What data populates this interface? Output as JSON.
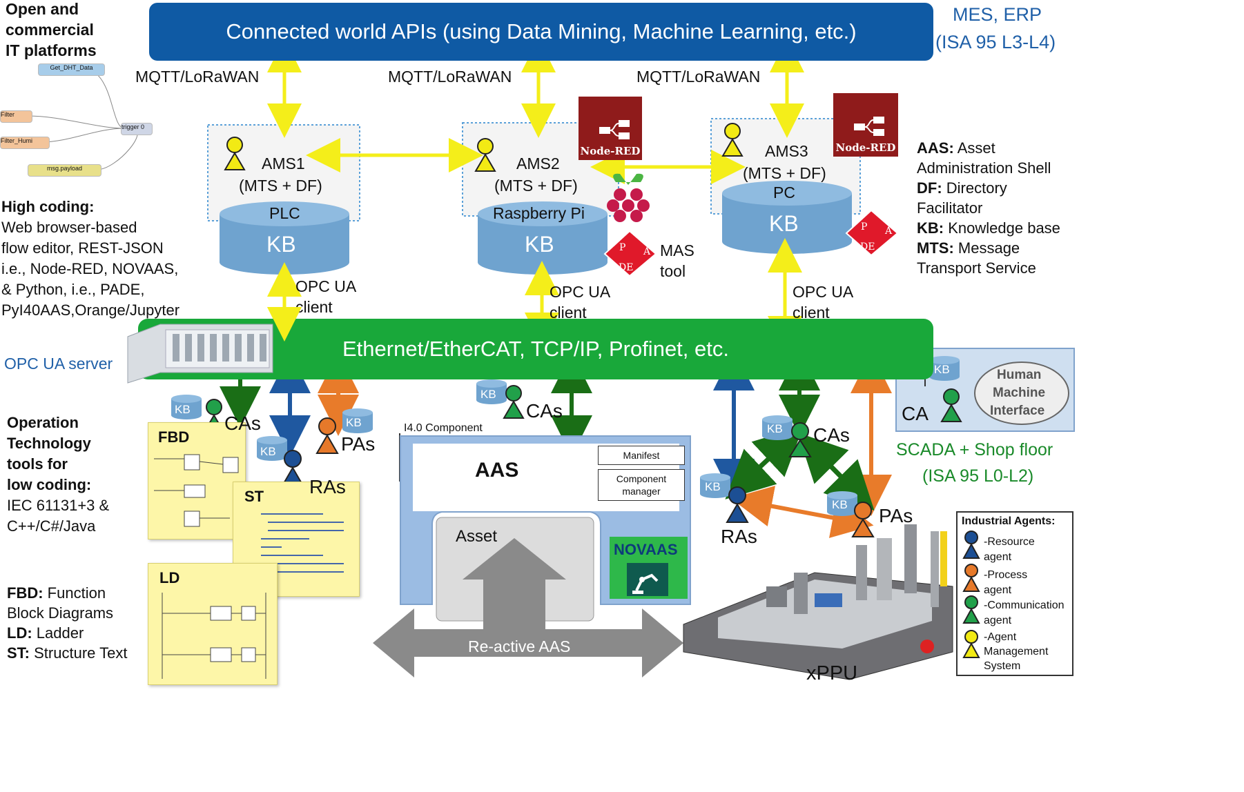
{
  "top_band": {
    "label": "Connected world APIs (using Data Mining, Machine Learning, etc.)"
  },
  "top_right": {
    "line1": "MES, ERP",
    "line2": "(ISA 95 L3-L4)"
  },
  "top_left": {
    "line1": "Open and",
    "line2": "commercial",
    "line3": "IT platforms"
  },
  "flow_editor_nodes": [
    "Get_DHT_Data",
    "Filter",
    "Filter_Humi",
    "trigger 0",
    "msg.payload"
  ],
  "protocols": {
    "mqtt": "MQTT/LoRaWAN"
  },
  "ams": [
    {
      "name": "AMS1",
      "sub": "(MTS + DF)",
      "device": "PLC",
      "kb": "KB"
    },
    {
      "name": "AMS2",
      "sub": "(MTS + DF)",
      "device": "Raspberry Pi",
      "kb": "KB"
    },
    {
      "name": "AMS3",
      "sub": "(MTS + DF)",
      "device": "PC",
      "kb": "KB"
    }
  ],
  "node_red_label": "Node-RED",
  "mas_tool": {
    "line1": "MAS",
    "line2": "tool"
  },
  "pade_letters": {
    "p": "P",
    "a": "A",
    "de": "DE"
  },
  "opc_client": {
    "line1": "OPC UA",
    "line2": "client"
  },
  "definitions": [
    {
      "term": "AAS:",
      "text": "Asset"
    },
    {
      "term": "",
      "text": "Administration  Shell"
    },
    {
      "term": "DF:",
      "text": "Directory"
    },
    {
      "term": "",
      "text": "Facilitator"
    },
    {
      "term": "KB:",
      "text": "Knowledge  base"
    },
    {
      "term": "MTS:",
      "text": "Message"
    },
    {
      "term": "",
      "text": "Transport Service"
    }
  ],
  "high_coding": {
    "title": "High coding:",
    "lines": [
      "Web browser-based",
      "flow editor, REST-JSON",
      "i.e., Node-RED, NOVAAS,",
      "& Python, i.e., PADE,",
      "PyI40AAS,Orange/Jupyter"
    ]
  },
  "mid_band": {
    "label": "Ethernet/EtherCAT,  TCP/IP, Profinet,  etc."
  },
  "opc_server": "OPC UA server",
  "operation_tech": {
    "title_lines": [
      "Operation",
      "Technology",
      "tools for",
      "low coding:"
    ],
    "lines": [
      "IEC 61131+3 &",
      "C++/C#/Java"
    ]
  },
  "abbrevs": [
    {
      "term": "FBD:",
      "text": "Function"
    },
    {
      "term": "",
      "text": "Block Diagrams"
    },
    {
      "term": "LD:",
      "text": "Ladder"
    },
    {
      "term": "ST:",
      "text": "Structure Text"
    }
  ],
  "plc_langs": {
    "fbd": "FBD",
    "st": "ST",
    "ld": "LD"
  },
  "agents": {
    "cas": "CAs",
    "pas": "PAs",
    "ras": "RAs",
    "ca": "CA",
    "kb": "KB"
  },
  "i40": {
    "component": "I4.0 Component",
    "aas": "AAS",
    "manifest": "Manifest",
    "component_manager_1": "Component",
    "component_manager_2": "manager",
    "asset": "Asset",
    "novaas": "NOVAAS",
    "reactive": "Re-active AAS"
  },
  "hmi": {
    "line1": "Human",
    "line2": "Machine",
    "line3": "Interface"
  },
  "scada": {
    "line1": "SCADA + Shop floor",
    "line2": "(ISA 95 L0-L2)"
  },
  "xppu": "xPPU",
  "legend": {
    "title": "Industrial Agents:",
    "items": [
      {
        "l1": "-Resource",
        "l2": "agent",
        "color": "#1c4f94"
      },
      {
        "l1": "-Process",
        "l2": "agent",
        "color": "#e6792a"
      },
      {
        "l1": "-Communication",
        "l2": "agent",
        "color": "#21a04a"
      },
      {
        "l1": "-Agent",
        "l2": "Management",
        "l3": "System",
        "color": "#f2ea14"
      }
    ]
  },
  "colors": {
    "top_band": "#0f5aa4",
    "mid_band": "#19a83a",
    "kb_blue": "#6fa3cf",
    "yellow_arrow": "#f4ee1a",
    "green_arrow": "#1a6e16",
    "blue_arrow": "#1f58a0",
    "orange_arrow": "#e87b2a",
    "gray_arrow": "#8a8a8a",
    "node_red": "#8f1b1b"
  }
}
